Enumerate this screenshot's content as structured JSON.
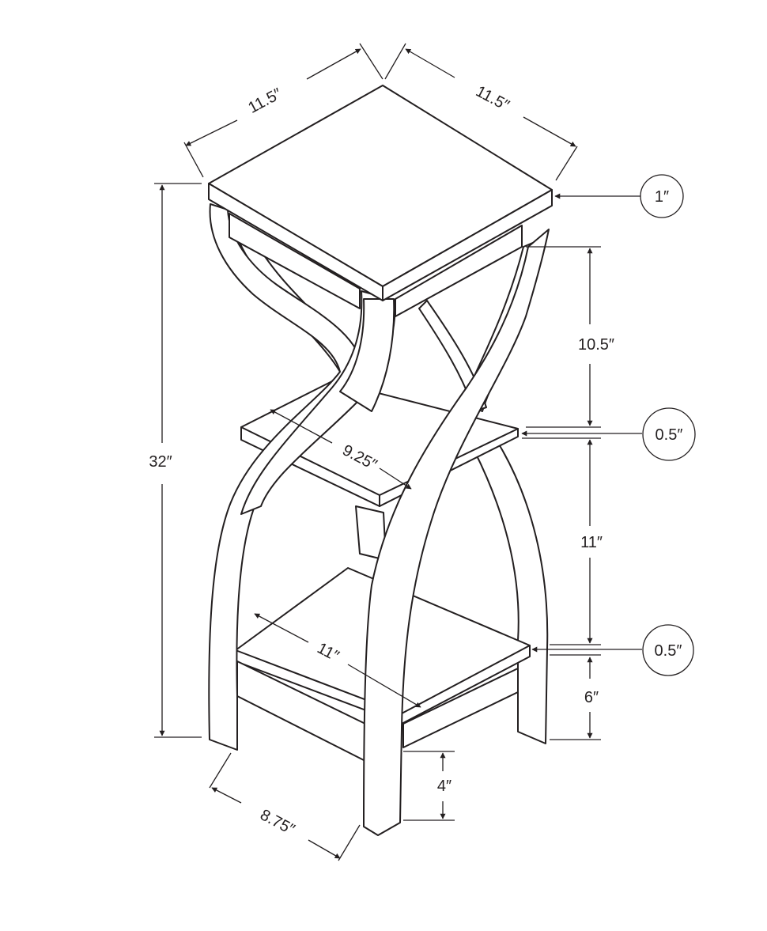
{
  "dimensions": {
    "top_width_left": "11.5″",
    "top_width_right": "11.5″",
    "overall_height": "32″",
    "top_thickness": "1″",
    "top_to_middle_shelf": "10.5″",
    "middle_shelf_thickness": "0.5″",
    "middle_shelf_depth": "9.25″",
    "middle_to_bottom_shelf": "11″",
    "bottom_shelf_thickness": "0.5″",
    "bottom_shelf_depth": "11″",
    "bottom_shelf_height": "6″",
    "apron_clearance": "4″",
    "base_depth": "8.75″"
  },
  "colors": {
    "line": "#231f20",
    "background": "#ffffff"
  }
}
